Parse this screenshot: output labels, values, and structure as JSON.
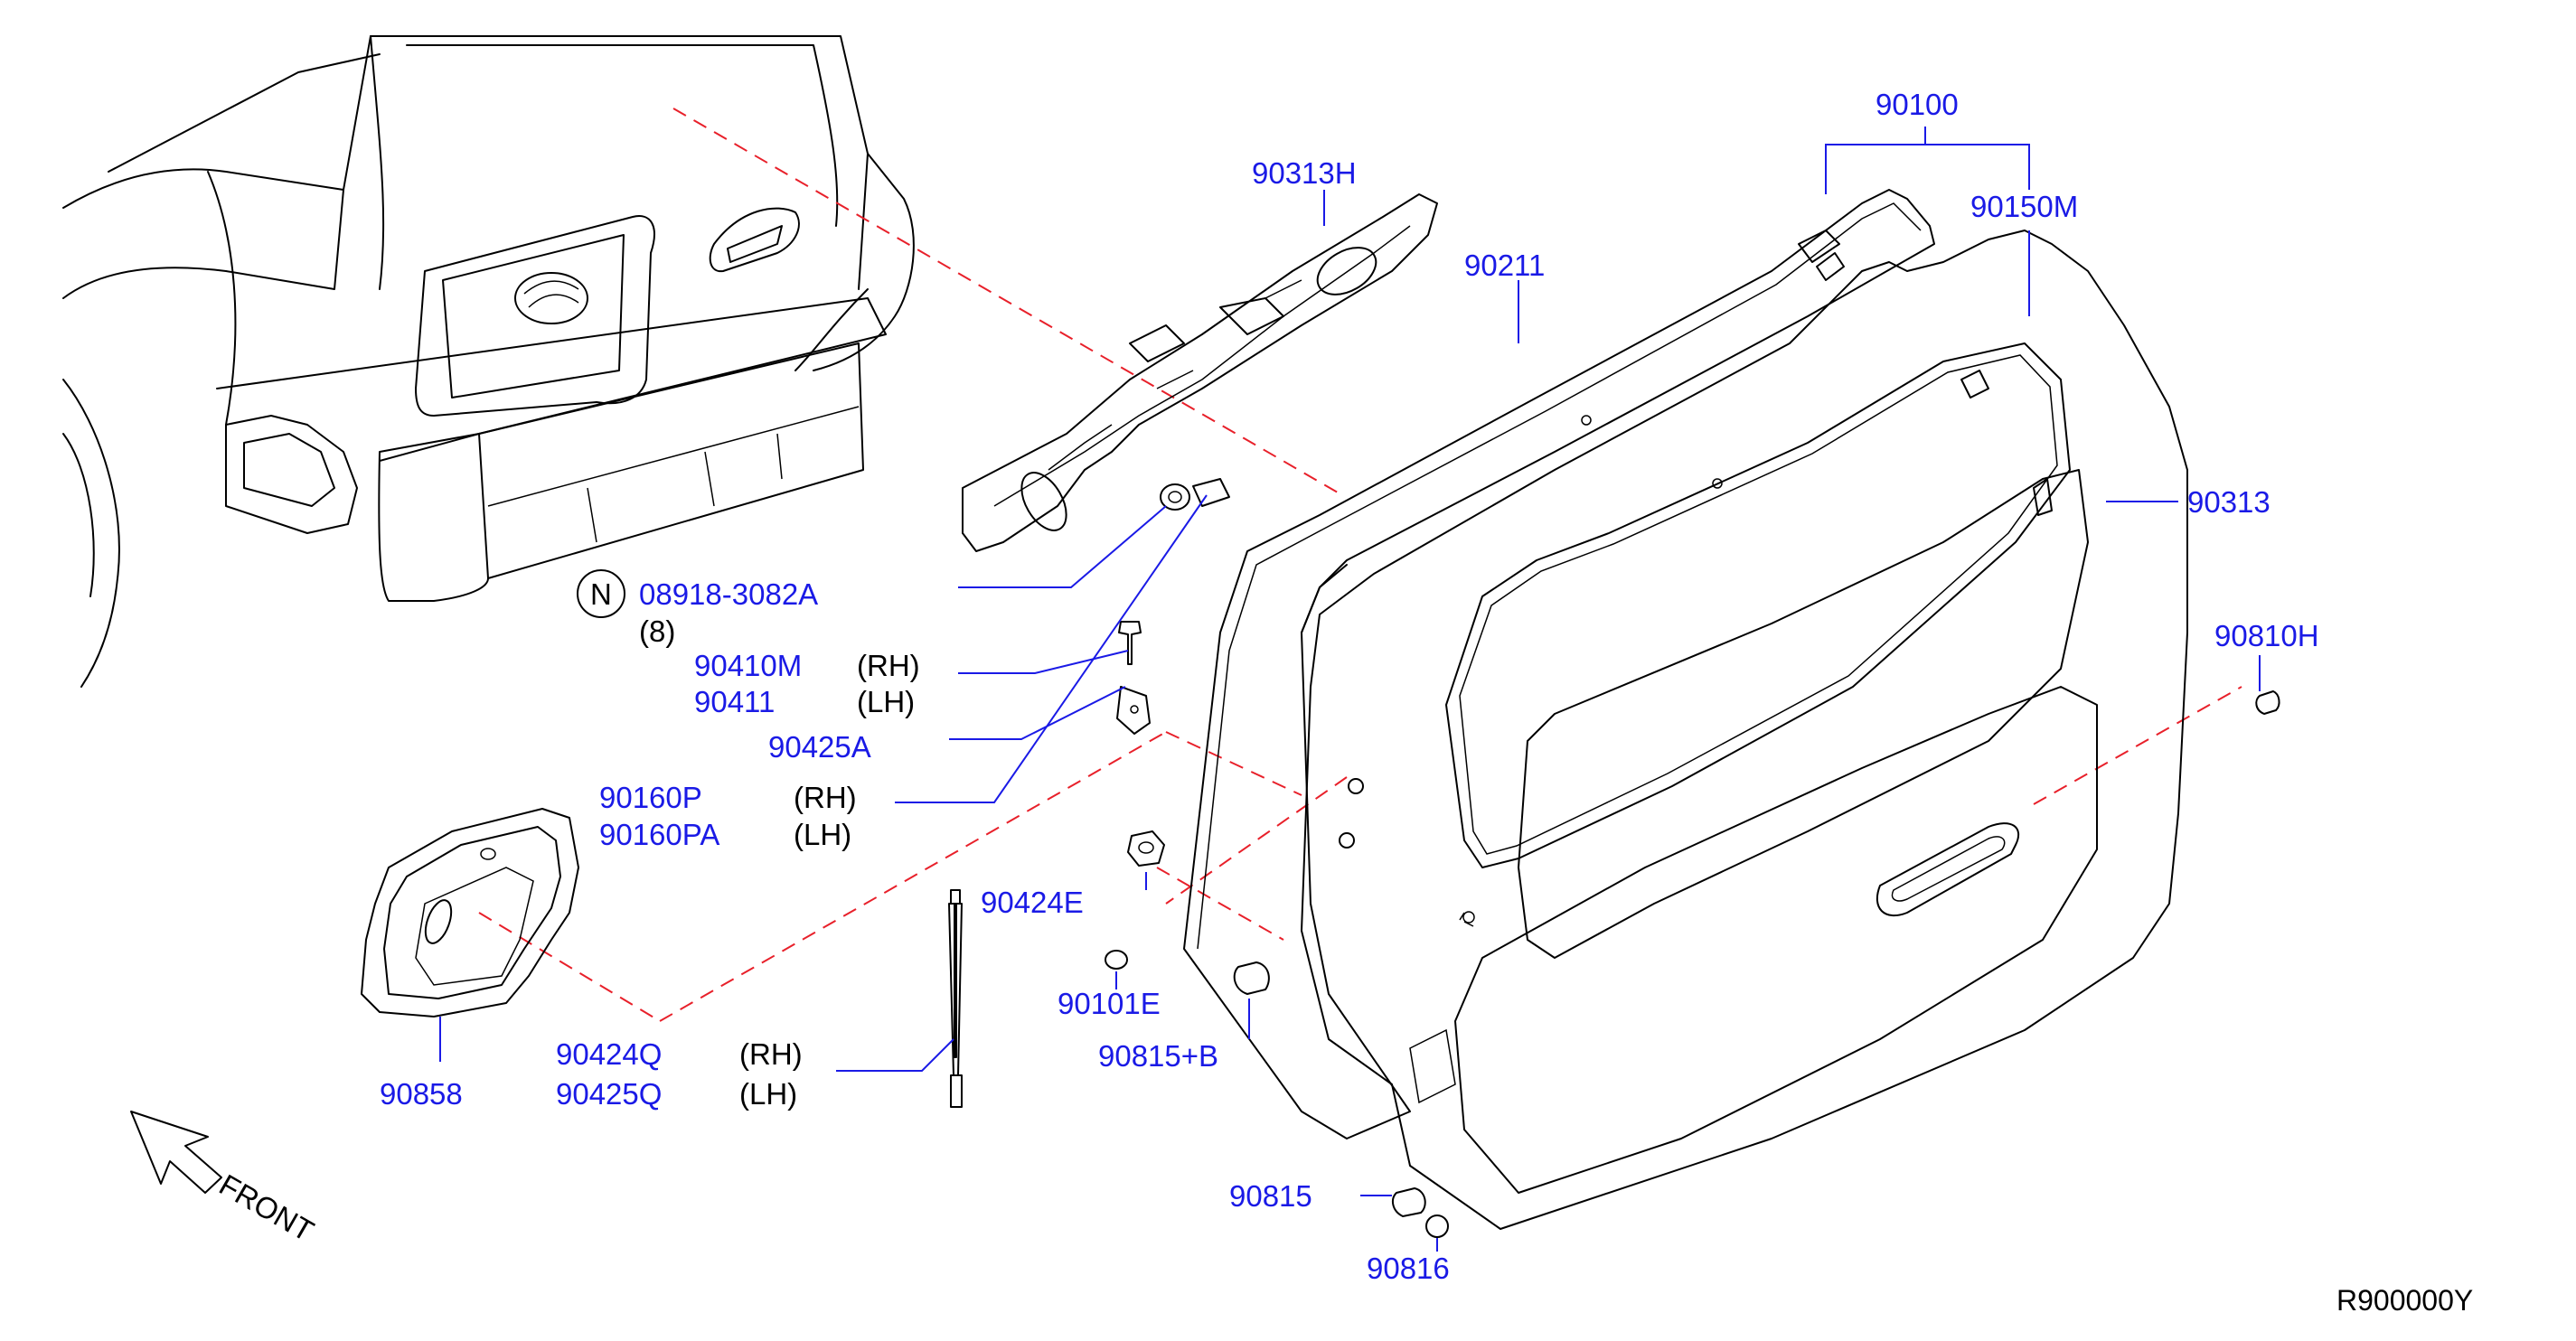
{
  "diagram": {
    "ref_code": "R900000Y",
    "front_label": "FRONT",
    "note_symbol": "N",
    "labels": [
      {
        "id": "p90100",
        "part": "90100"
      },
      {
        "id": "p90150M",
        "part": "90150M"
      },
      {
        "id": "p90313H",
        "part": "90313H"
      },
      {
        "id": "p90211",
        "part": "90211"
      },
      {
        "id": "p90313",
        "part": "90313"
      },
      {
        "id": "p90810H",
        "part": "90810H"
      },
      {
        "id": "p08918",
        "part": "08918-3082A",
        "qty": "(8)"
      },
      {
        "id": "p90410M",
        "part": "90410M",
        "side": "(RH)"
      },
      {
        "id": "p90411",
        "part": "90411",
        "side": "(LH)"
      },
      {
        "id": "p90425A",
        "part": "90425A"
      },
      {
        "id": "p90160P",
        "part": "90160P",
        "side": "(RH)"
      },
      {
        "id": "p90160PA",
        "part": "90160PA",
        "side": "(LH)"
      },
      {
        "id": "p90424E",
        "part": "90424E"
      },
      {
        "id": "p90101E",
        "part": "90101E"
      },
      {
        "id": "p90815B",
        "part": "90815+B"
      },
      {
        "id": "p90858",
        "part": "90858"
      },
      {
        "id": "p90424Q",
        "part": "90424Q",
        "side": "(RH)"
      },
      {
        "id": "p90425Q",
        "part": "90425Q",
        "side": "(LH)"
      },
      {
        "id": "p90815",
        "part": "90815"
      },
      {
        "id": "p90816",
        "part": "90816"
      }
    ],
    "colors": {
      "part_number": "#1a1ae6",
      "leader": "#1a1ae6",
      "dashed_line": "#e8202a",
      "outline": "#000000"
    }
  }
}
